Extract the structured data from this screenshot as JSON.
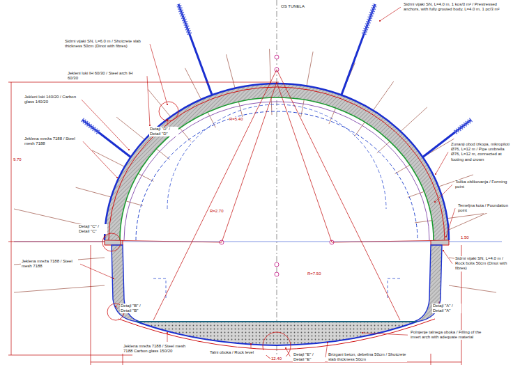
{
  "diagram": {
    "labels": [
      "Sidrni vijaki SN, L=4.0 m, 1 kos/3 m² / Prestressed anchors, with fully grouted body, L=4.0 m, 1 pc/3 m²",
      "Sidrni vijaki SN, L=6.0 m / Shotcrete slab thickness 50cm (Dinot with fibres)",
      "Jekleni loki IH 60/30 / Steel arch IH 60/30",
      "Jekleni loki 140/20 / Carbon glass 140/20",
      "Jeklena mreža 7188 / Steel mesh 7188",
      "Detajl \"D\" / Detail \"D\"",
      "Detajl \"C\" / Detail \"C\"",
      "Zunanji obod izkopa, mikropiloti Ø76, L=12 m / Pipe umbrella Ø76, L=12 m, connected at footing and crown",
      "Točka oblikovanja / Forming point",
      "Temeljna kota / Foundation point",
      "Jeklena mreža 7188 / Steel mesh 7188",
      "Sidrni vijaki SN, L=4.0 m / Rock bolts 50cm (Dinot with fibres)",
      "Polnjenje talnega oboka / Filling of the invert arch with adequate material",
      "Jeklena mreža 7188 / Steel mesh 7188 Carbon glass 150/20",
      "Talni oboka / Rock level",
      "Detajl \"E\" / Detail \"E\"",
      "Brizgani beton, debelina 50cm / Shotcrete slab thickness 50cm",
      "Detajl \"B\" / Detail \"B\"",
      "Detajl \"A\" / Detail \"A\"",
      "R=5.40",
      "R=2.70",
      "R=7.50",
      "1.50",
      "12.40",
      "9.70",
      "OS TUNELA"
    ]
  }
}
